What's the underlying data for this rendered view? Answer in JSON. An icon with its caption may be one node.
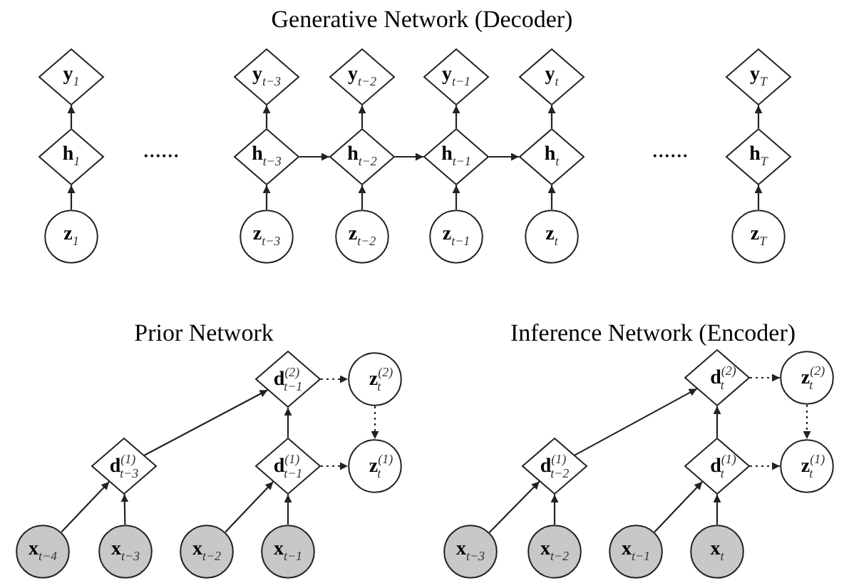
{
  "diagram": {
    "title": "Generative Network (Decoder)",
    "nodes": [
      {
        "text": [
          "**y**$_{1}$"
        ]
      },
      {
        "text": [
          "**y**$_{t−3}$"
        ]
      },
      {
        "text": [
          "**y**$_{t−2}$"
        ]
      },
      {
        "text": [
          "**y**$_{t−1}$"
        ]
      },
      {
        "text": [
          "**y**$_{t}$"
        ]
      },
      {
        "text": [
          "**y**$_{T}$"
        ]
      },
      {
        "text": [
          "**h**$_{1}$"
        ]
      },
      {
        "text": [
          "**h**$_{t−3}$"
        ]
      },
      {
        "text": [
          "**h**$_{t−2}$"
        ]
      },
      {
        "text": [
          "**h**$_{t−1}$"
        ]
      },
      {
        "text": [
          "**h**$_{t}$"
        ]
      },
      {
        "text": [
          "**h**$_{T}$"
        ]
      },
      {
        "text": [
          "**z**$_{1}$"
        ]
      },
      {
        "text": [
          "**z**$_{t−3}$"
        ]
      },
      {
        "text": [
          "**z**$_{t−2}$"
        ]
      },
      {
        "text": [
          "**z**$_{t−1}$"
        ]
      },
      {
        "text": [
          "**z**$_{t}$"
        ]
      },
      {
        "text": [
          "**z**$_{T}$"
        ]
      },
      {
        "text": [
          "**d**$^{(2)}$$_{t−1}$"
        ]
      },
      {
        "text": [
          "**z**$^{(2)}$$_{t}$"
        ]
      },
      {
        "text": [
          "**d**$^{(1)}$$_{t−3}$"
        ]
      },
      {
        "text": [
          "**d**$^{(1)}$$_{t−1}$"
        ]
      },
      {
        "text": [
          "**z**$^{(1)}$$_{t}$"
        ]
      },
      {
        "text": [
          "**x**$_{t−4}$"
        ]
      },
      {
        "text": [
          "**x**$_{t−3}$"
        ]
      },
      {
        "text": [
          "**x**$_{t−2}$"
        ]
      },
      {
        "text": [
          "**x**$_{t−1}$"
        ]
      },
      {
        "text": [
          "**d**$^{(2)}$$_{t}$"
        ]
      },
      {
        "text": [
          "**z**$^{(2)}$$_{t}$"
        ]
      },
      {
        "text": [
          "**d**$^{(1)}$$_{t−2}$"
        ]
      },
      {
        "text": [
          "**d**$^{(1)}$$_{t}$"
        ]
      },
      {
        "text": [
          "**z**$^{(1)}$$_{t}$"
        ]
      },
      {
        "text": [
          "**x**$_{t−3}$"
        ]
      },
      {
        "text": [
          "**x**$_{t−2}$"
        ]
      },
      {
        "text": [
          "**x**$_{t−1}$"
        ]
      },
      {
        "text": [
          "**x**$_{t}$"
        ]
      }
    ],
    "edges": [
      {
        "from": 12,
        "to": 6,
        "arrow": "to"
      },
      {
        "from": 6,
        "to": 0,
        "arrow": "to"
      },
      {
        "from": 13,
        "to": 7,
        "arrow": "to"
      },
      {
        "from": 7,
        "to": 1,
        "arrow": "to"
      },
      {
        "from": 14,
        "to": 8,
        "arrow": "to"
      },
      {
        "from": 8,
        "to": 2,
        "arrow": "to"
      },
      {
        "from": 15,
        "to": 9,
        "arrow": "to"
      },
      {
        "from": 9,
        "to": 3,
        "arrow": "to"
      },
      {
        "from": 16,
        "to": 10,
        "arrow": "to"
      },
      {
        "from": 10,
        "to": 4,
        "arrow": "to"
      },
      {
        "from": 17,
        "to": 11,
        "arrow": "to"
      },
      {
        "from": 11,
        "to": 5,
        "arrow": "to"
      },
      {
        "from": 7,
        "to": 8,
        "arrow": "to"
      },
      {
        "from": 8,
        "to": 9,
        "arrow": "to"
      },
      {
        "from": 9,
        "to": 10,
        "arrow": "to"
      },
      {
        "from": 23,
        "to": 20,
        "arrow": "to"
      },
      {
        "from": 24,
        "to": 20,
        "arrow": "to"
      },
      {
        "from": 25,
        "to": 21,
        "arrow": "to"
      },
      {
        "from": 26,
        "to": 21,
        "arrow": "to"
      },
      {
        "from": 20,
        "to": 18,
        "arrow": "to"
      },
      {
        "from": 21,
        "to": 18,
        "arrow": "to"
      },
      {
        "from": 18,
        "to": 19,
        "arrow": "to",
        "style": "dashed"
      },
      {
        "from": 21,
        "to": 22,
        "arrow": "to",
        "style": "dashed"
      },
      {
        "from": 19,
        "to": 22,
        "arrow": "to",
        "style": "dashed"
      },
      {
        "from": 32,
        "to": 29,
        "arrow": "to"
      },
      {
        "from": 33,
        "to": 29,
        "arrow": "to"
      },
      {
        "from": 34,
        "to": 30,
        "arrow": "to"
      },
      {
        "from": 35,
        "to": 30,
        "arrow": "to"
      },
      {
        "from": 29,
        "to": 27,
        "arrow": "to"
      },
      {
        "from": 30,
        "to": 27,
        "arrow": "to"
      },
      {
        "from": 27,
        "to": 28,
        "arrow": "to",
        "style": "dashed"
      },
      {
        "from": 30,
        "to": 31,
        "arrow": "to",
        "style": "dashed"
      },
      {
        "from": 28,
        "to": 31,
        "arrow": "to",
        "style": "dashed"
      }
    ],
    "labels": [
      "......",
      "......",
      "Prior Network",
      "Inference Network (Encoder)"
    ]
  }
}
